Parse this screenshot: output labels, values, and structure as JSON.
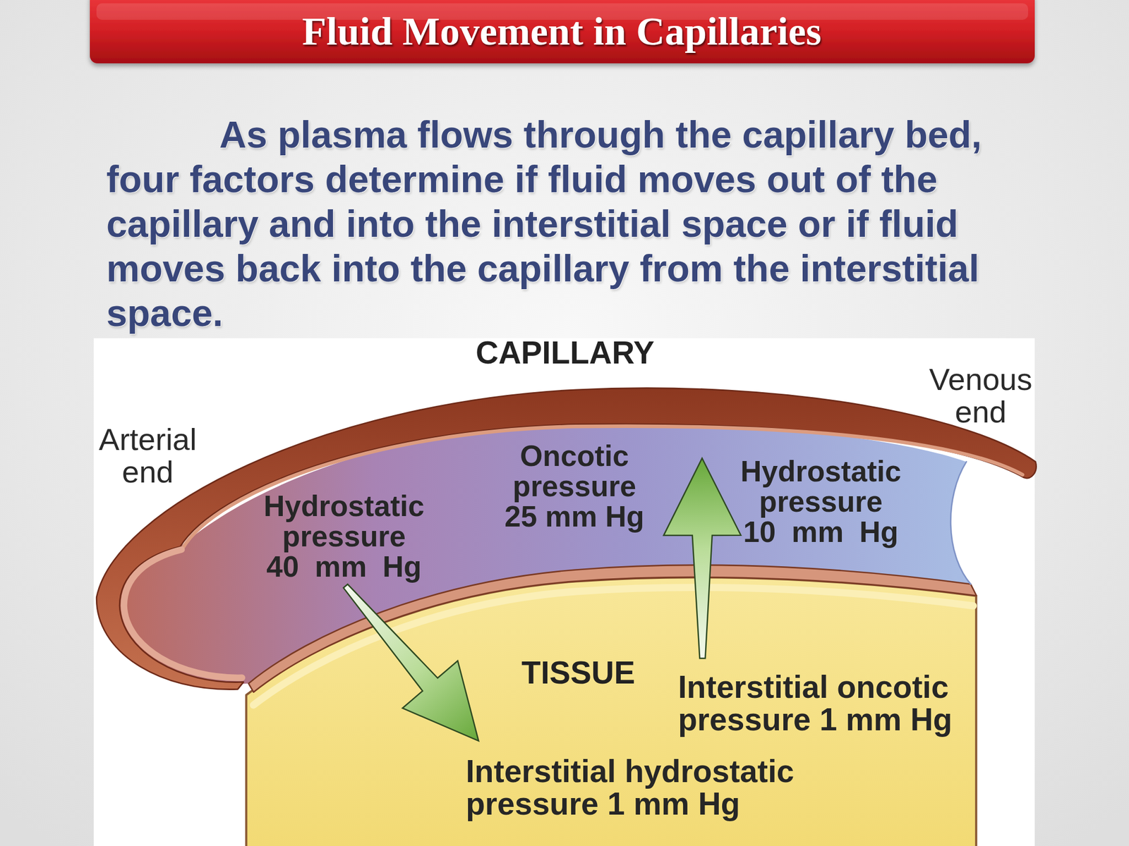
{
  "diagram": {
    "title": "Fluid Movement in Capillaries",
    "nodes": [
      {
        "text": [
          "CAPILLARY",
          "Hydrostatic pressure 40 mm Hg",
          "Oncotic pressure 25 mm Hg",
          "Hydrostatic pressure 10 mm Hg"
        ]
      },
      {
        "text": [
          "TISSUE",
          "Interstitial oncotic pressure 1 mm Hg",
          "Interstitial hydrostatic pressure 1 mm Hg"
        ]
      }
    ],
    "edges": [
      {
        "from": 0,
        "to": 1,
        "arrow": "to"
      },
      {
        "from": 1,
        "to": 0,
        "arrow": "to"
      }
    ],
    "labels": [
      "As plasma flows through the capillary bed, four factors determine if fluid moves out of the capillary and into the interstitial space or if fluid moves back into the capillary from the interstitial space.",
      "Arterial end",
      "Venous end"
    ]
  }
}
